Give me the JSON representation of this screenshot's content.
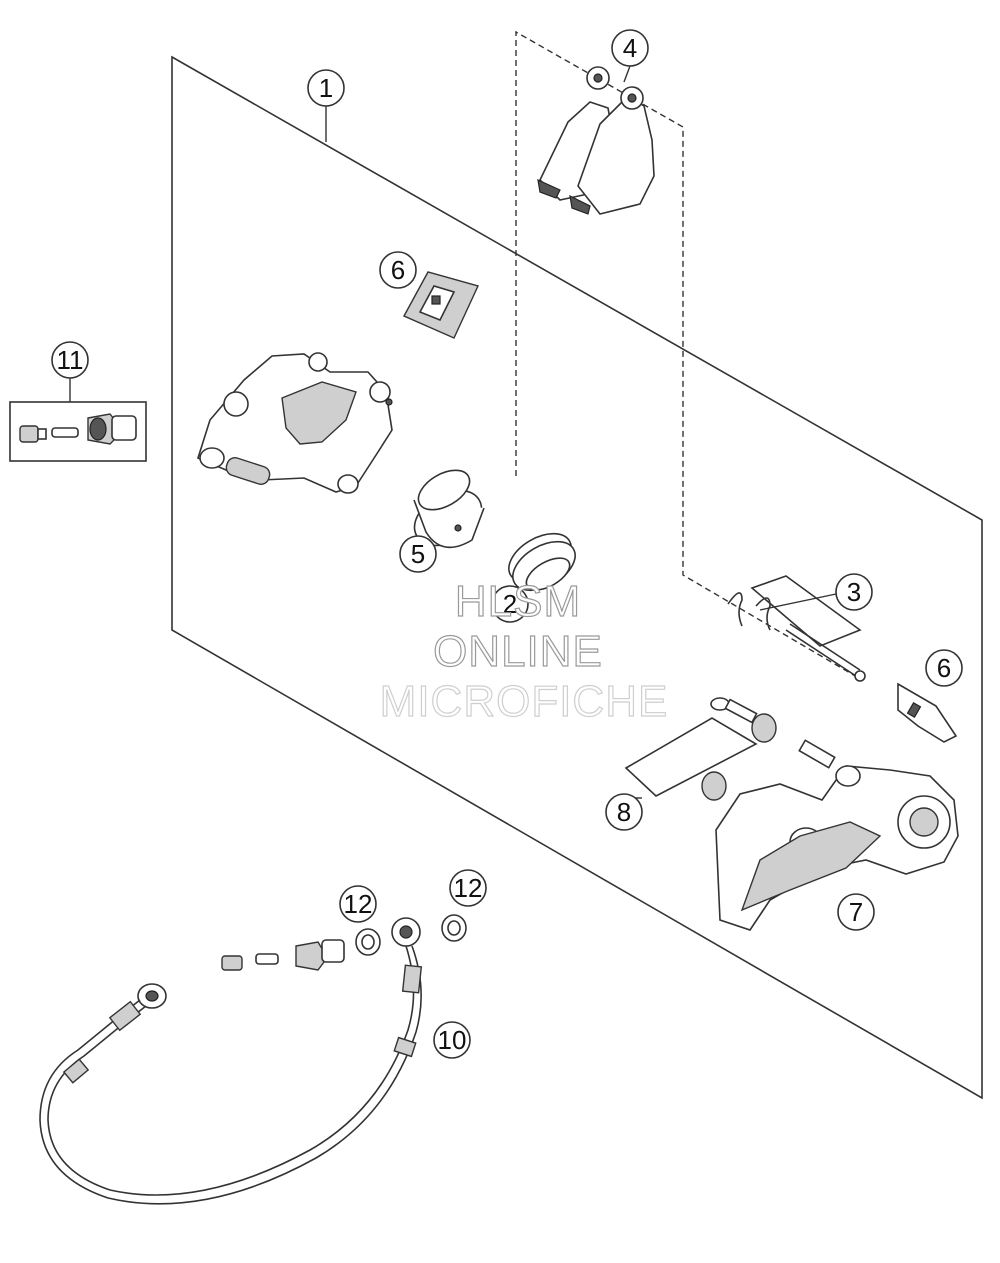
{
  "diagram": {
    "callouts": [
      {
        "id": "1",
        "label": "1"
      },
      {
        "id": "2",
        "label": "2"
      },
      {
        "id": "3",
        "label": "3"
      },
      {
        "id": "4",
        "label": "4"
      },
      {
        "id": "5",
        "label": "5"
      },
      {
        "id": "6a",
        "label": "6"
      },
      {
        "id": "6b",
        "label": "6"
      },
      {
        "id": "7",
        "label": "7"
      },
      {
        "id": "8",
        "label": "8"
      },
      {
        "id": "10",
        "label": "10"
      },
      {
        "id": "11",
        "label": "11"
      },
      {
        "id": "12a",
        "label": "12"
      },
      {
        "id": "12b",
        "label": "12"
      }
    ],
    "watermark": {
      "line1": "HLSM",
      "line2": "ONLINE",
      "line3": "MICROFICHE"
    }
  }
}
